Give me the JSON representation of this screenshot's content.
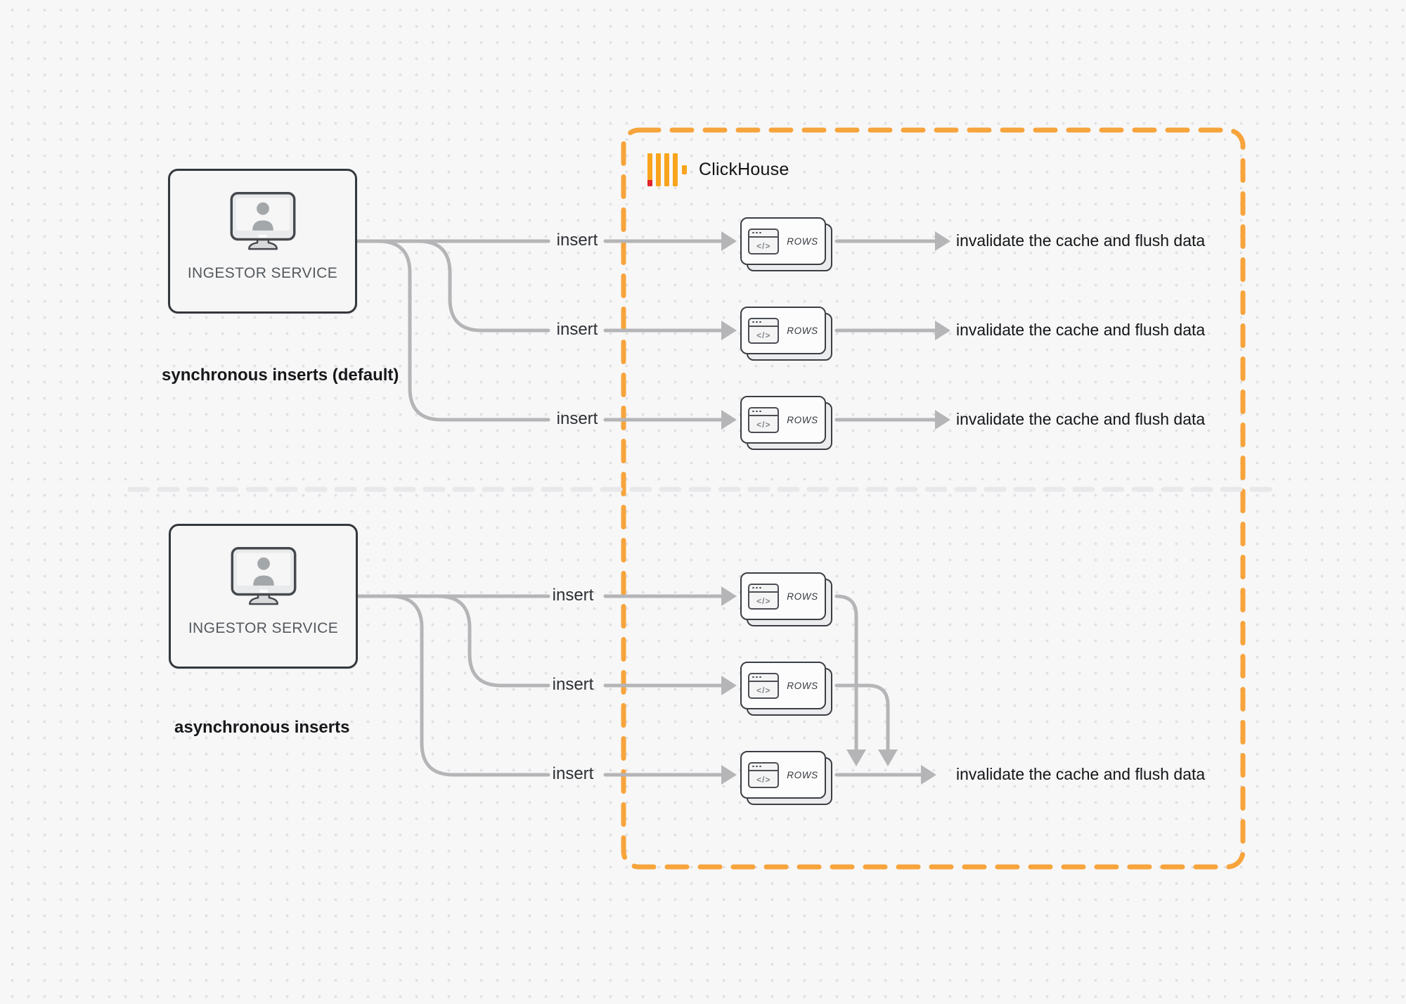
{
  "palette": {
    "background": "#f7f7f8",
    "grid_dot": "#e1e1e3",
    "connector_gray": "#b5b5b7",
    "box_border": "#34383c",
    "clickhouse_border_orange": "#f7a43c",
    "logo_amber": "#f9a41c",
    "logo_red": "#e3242b",
    "divider_gray": "#e8e8ea"
  },
  "clickhouse": {
    "brand": "ClickHouse"
  },
  "rows_card": {
    "code_glyph": "</>"
  },
  "sync": {
    "service_label": "INGESTOR SERVICE",
    "caption": "synchronous inserts (default)",
    "rows": [
      {
        "insert_label": "insert",
        "card_label": "ROWS",
        "outcome": "invalidate the cache and flush data"
      },
      {
        "insert_label": "insert",
        "card_label": "ROWS",
        "outcome": "invalidate the cache and flush data"
      },
      {
        "insert_label": "insert",
        "card_label": "ROWS",
        "outcome": "invalidate the cache and flush data"
      }
    ]
  },
  "async": {
    "service_label": "INGESTOR SERVICE",
    "caption": "asynchronous inserts",
    "rows": [
      {
        "insert_label": "insert",
        "card_label": "ROWS"
      },
      {
        "insert_label": "insert",
        "card_label": "ROWS"
      },
      {
        "insert_label": "insert",
        "card_label": "ROWS",
        "outcome": "invalidate the cache and flush data"
      }
    ]
  }
}
